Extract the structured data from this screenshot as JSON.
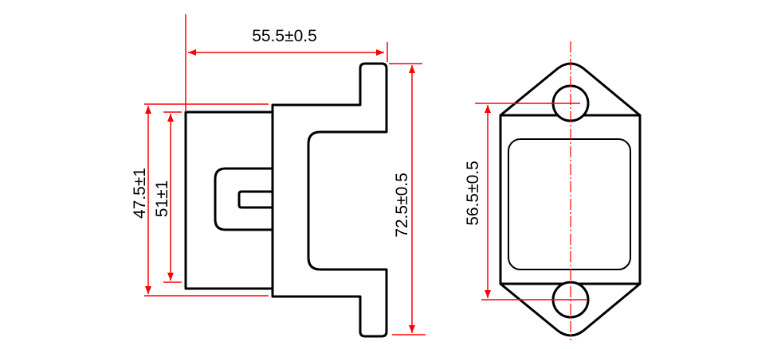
{
  "dimensions": {
    "overall_width": "55.5±0.5",
    "outer_height_left": "47.5±1",
    "inner_height_left": "51±1",
    "flange_height": "72.5±0.5",
    "hole_spacing": "56.5±0.5"
  },
  "colors": {
    "dimension": "#ff0000",
    "outline": "#000000"
  }
}
